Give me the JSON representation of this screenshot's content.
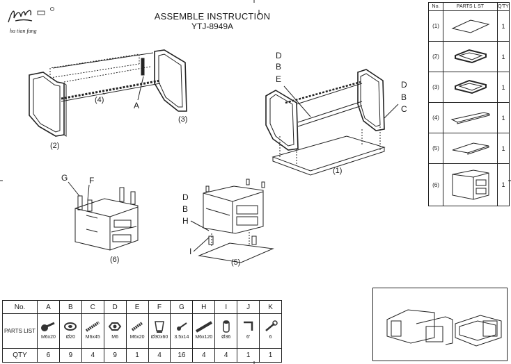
{
  "header": {
    "title": "ASSEMBLE INSTRUCTION",
    "model": "YTJ-8949A",
    "brand": "ha tian fang"
  },
  "diagram_labels": {
    "top_left": {
      "part": "A",
      "step2": "(2)",
      "step4": "(4)",
      "step3": "(3)"
    },
    "top_right": {
      "d1": "D",
      "b1": "B",
      "e": "E",
      "d2": "D",
      "b2": "B",
      "c": "C",
      "step1": "(1)"
    },
    "mid_left": {
      "g": "G",
      "f": "F",
      "step6": "(6)"
    },
    "mid_center": {
      "d": "D",
      "b": "B",
      "h": "H",
      "i": "I",
      "step5": "(5)"
    }
  },
  "parts_list": {
    "headers": {
      "no": "No.",
      "parts": "PARTS L ST",
      "qty": "Q'TY"
    },
    "rows": [
      {
        "no": "(1)",
        "qty": "1",
        "icon": "desktop-panel-icon"
      },
      {
        "no": "(2)",
        "qty": "1",
        "icon": "side-frame-icon"
      },
      {
        "no": "(3)",
        "qty": "1",
        "icon": "side-frame-icon"
      },
      {
        "no": "(4)",
        "qty": "1",
        "icon": "modesty-panel-icon"
      },
      {
        "no": "(5)",
        "qty": "1",
        "icon": "base-panel-icon"
      },
      {
        "no": "(6)",
        "qty": "1",
        "icon": "drawer-cabinet-icon"
      }
    ]
  },
  "hardware": {
    "row_labels": {
      "no": "No.",
      "parts": "PARTS LIST",
      "qty": "QTY"
    },
    "items": [
      {
        "code": "A",
        "size": "M6x20",
        "qty": "6",
        "icon": "bolt-icon"
      },
      {
        "code": "B",
        "size": "Ø20",
        "qty": "9",
        "icon": "washer-icon"
      },
      {
        "code": "C",
        "size": "M6x45",
        "qty": "4",
        "icon": "bolt-icon"
      },
      {
        "code": "D",
        "size": "M6",
        "qty": "9",
        "icon": "nut-icon"
      },
      {
        "code": "E",
        "size": "M6x20",
        "qty": "1",
        "icon": "screw-icon"
      },
      {
        "code": "F",
        "size": "Ø30x60",
        "qty": "4",
        "icon": "cup-icon"
      },
      {
        "code": "G",
        "size": "3.5x14",
        "qty": "16",
        "icon": "wood-screw-icon"
      },
      {
        "code": "H",
        "size": "M6x120",
        "qty": "4",
        "icon": "long-bolt-icon"
      },
      {
        "code": "I",
        "size": "Ø36",
        "qty": "4",
        "icon": "leg-cylinder-icon"
      },
      {
        "code": "J",
        "size": "6'",
        "qty": "1",
        "icon": "allen-key-icon"
      },
      {
        "code": "K",
        "size": "6",
        "qty": "1",
        "icon": "wrench-icon"
      }
    ]
  }
}
